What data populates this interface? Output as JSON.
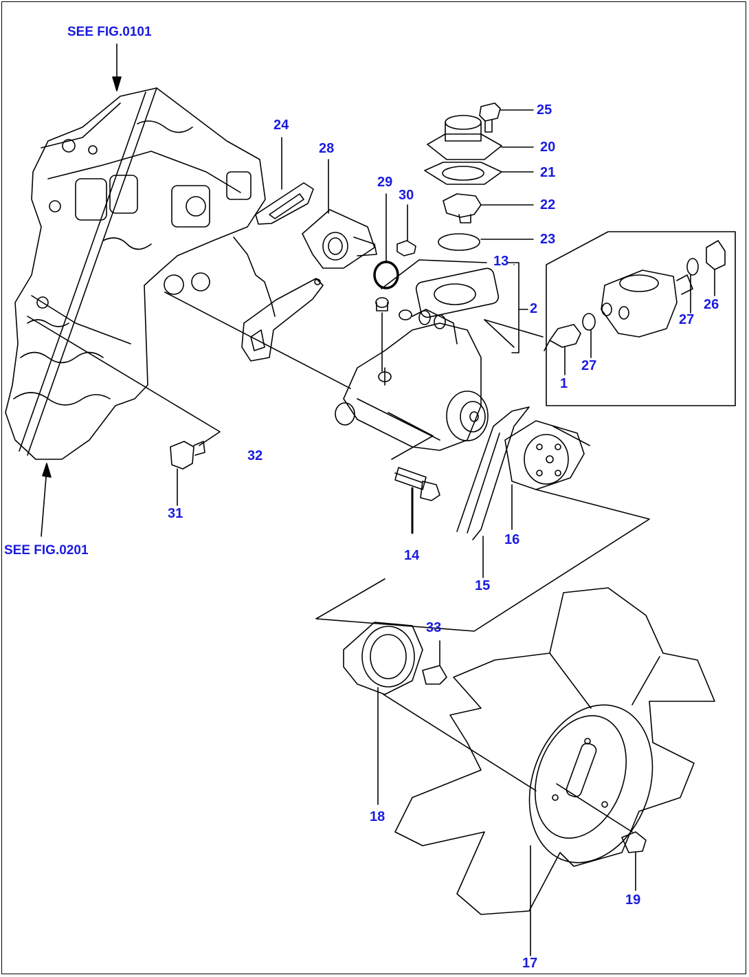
{
  "references": {
    "top": "SEE FIG.0101",
    "bottom": "SEE FIG.0201"
  },
  "callouts": [
    "1",
    "2",
    "13",
    "14",
    "15",
    "16",
    "17",
    "18",
    "19",
    "20",
    "21",
    "22",
    "23",
    "24",
    "25",
    "26",
    "27",
    "27",
    "28",
    "29",
    "30",
    "31",
    "32",
    "33"
  ],
  "colors": {
    "callout": "#1a1ae0",
    "linework": "#000000"
  }
}
